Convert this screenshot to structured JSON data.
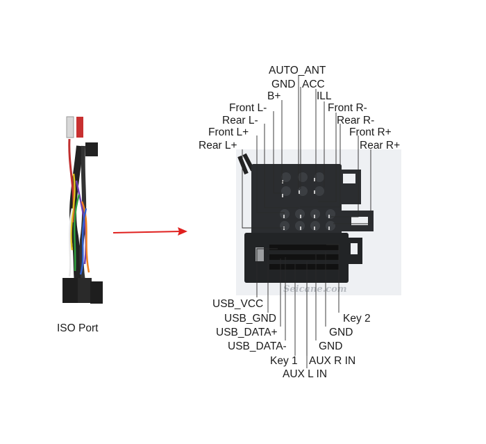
{
  "harness": {
    "caption": "ISO Port"
  },
  "arrow_color": "#e0201e",
  "watermark": "Seicane.com",
  "top_pins_left": [
    "AUTO_ANT",
    "GND",
    "B+",
    "Front L-",
    "Rear L-",
    "Front L+",
    "Rear L+"
  ],
  "top_pins_right": [
    "ACC",
    "ILL",
    "Front R-",
    "Rear R-",
    "Front R+",
    "Rear R+"
  ],
  "bottom_pins_left": [
    "USB_VCC",
    "USB_GND",
    "USB_DATA+",
    "USB_DATA-",
    "Key 1",
    "AUX L IN"
  ],
  "bottom_pins_right": [
    "Key 2",
    "GND",
    "GND",
    "AUX R IN"
  ]
}
